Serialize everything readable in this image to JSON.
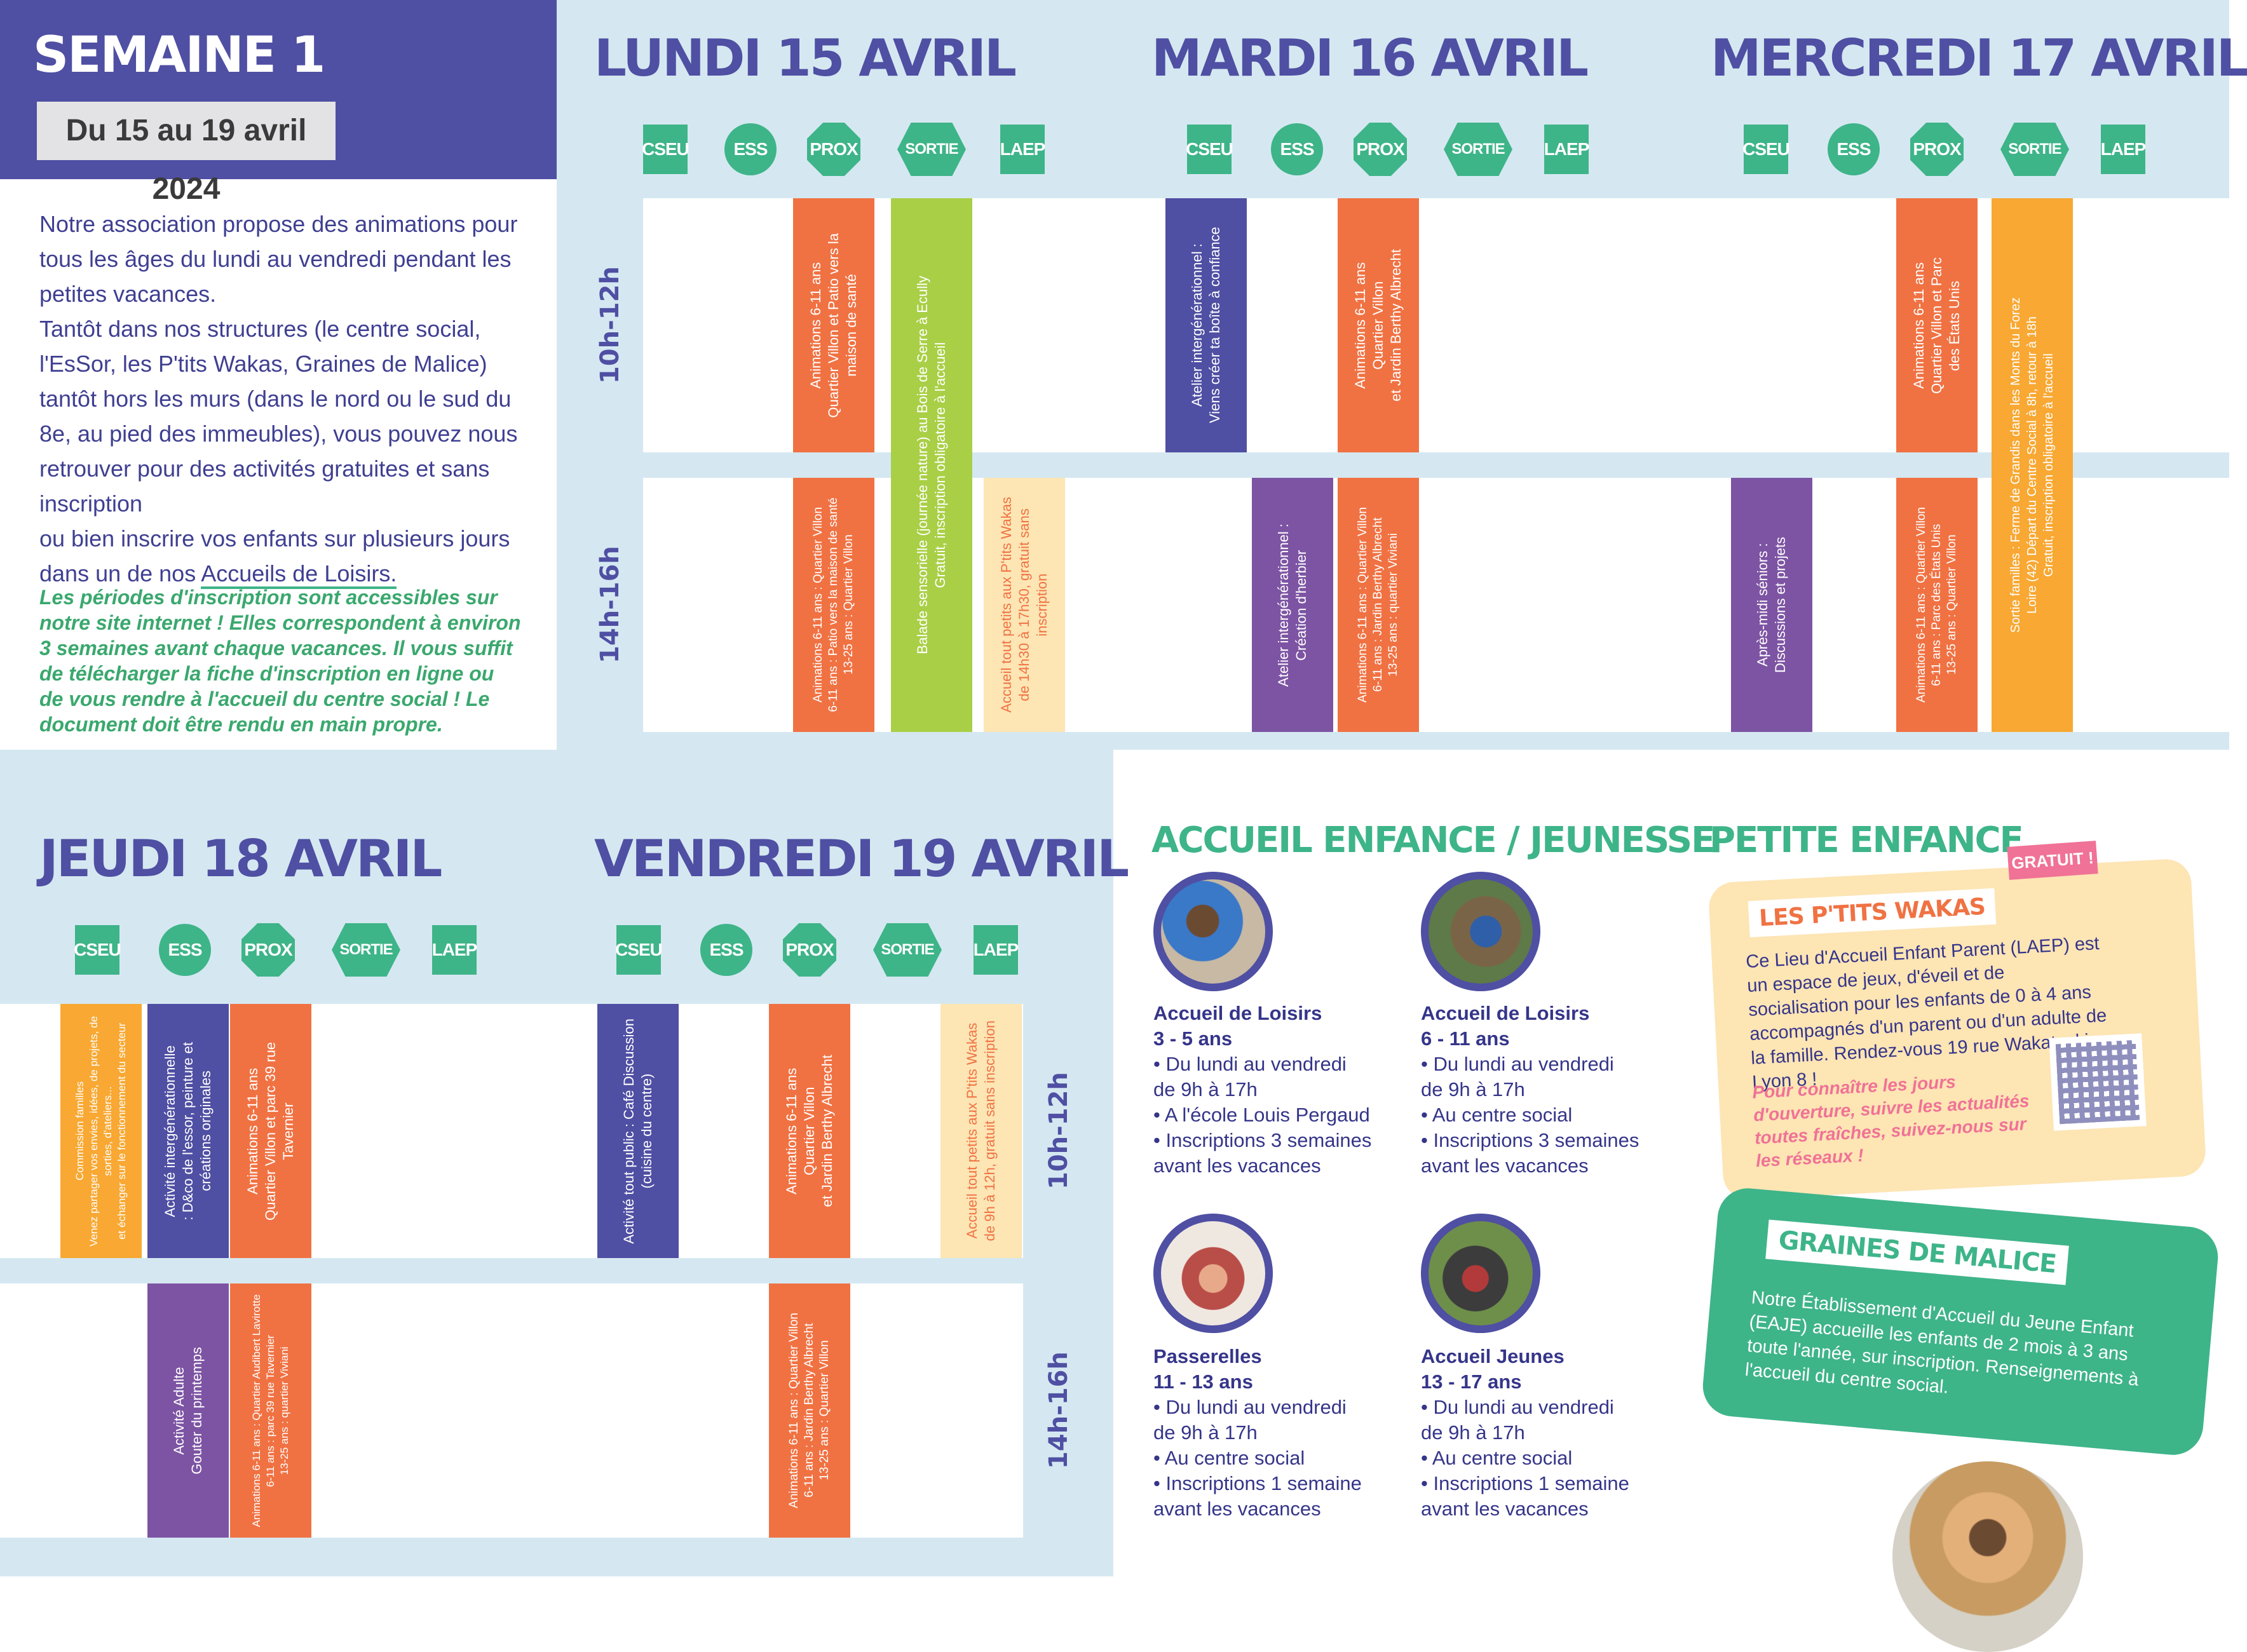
{
  "week": {
    "title": "SEMAINE 1",
    "dates": "Du 15 au 19 avril 2024"
  },
  "intro": {
    "text": "Notre association propose des animations pour tous les âges du lundi au vendredi pendant les petites vacances.\nTantôt dans nos structures (le centre social, l'EsSor, les P'tits Wakas, Graines de Malice) tantôt hors les murs (dans le nord ou le sud du 8e, au pied des immeubles), vous pouvez nous retrouver pour des activités gratuites et sans inscription\nou bien inscrire vos enfants sur plusieurs jours dans un de nos",
    "link": "Accueils de Loisirs.",
    "green": "Les périodes d'inscription sont accessibles sur notre site internet ! Elles correspondent à environ 3 semaines avant chaque vacances. Il vous suffit de télécharger la fiche d'inscription en ligne ou de vous rendre à l'accueil du centre social ! Le document doit être rendu en main propre."
  },
  "structures": [
    "CSEU",
    "ESS",
    "PROX",
    "SORTIE",
    "LAEP"
  ],
  "times": {
    "morning": "10h-12h",
    "afternoon": "14h-16h"
  },
  "days": {
    "mon": {
      "title": "LUNDI 15 AVRIL",
      "ev1": "Animations 6-11 ans\nQuartier Villon  et  Patio vers la\nmaison de santé",
      "ev2": "Balade sensorielle (journée nature) au Bois de Serre à Ecully\nGratuit, inscription obligatoire à l'accueil",
      "ev3": "Animations 6-11 ans : Quartier Villon\n6-11 ans : Patio vers la maison de santé\n13-25 ans : Quartier Villon",
      "ev4": "Accueil tout petits aux P'tits Wakas\nde 14h30 à 17h30, gratuit sans\ninscription"
    },
    "tue": {
      "title": "MARDI 16 AVRIL",
      "ev1": "Atelier intergénérationnel :\nViens créer ta boîte à confiance",
      "ev2": "Animations 6-11 ans\nQuartier Villon\net Jardin Berthy Albrecht",
      "ev3": "Atelier intergénérationnel :\nCréation d'herbier",
      "ev4": "Animations 6-11 ans : Quartier Villon\n6-11 ans : Jardin Berthy Albrecht\n13-25 ans : quartier Viviani"
    },
    "wed": {
      "title": "MERCREDI 17 AVRIL",
      "ev1": "Animations 6-11 ans\nQuartier Villon et Parc\ndes États Unis",
      "ev2": "Sortie familles : Ferme de Grandis dans les Monts du Forez\nLoire (42) Départ du Centre Social à 8h, retour à 18h\nGratuit, inscription obligatoire à l'accueil",
      "ev3": "Après-midi séniors :\nDiscussions et projets",
      "ev4": "Animations 6-11 ans : Quartier Villon\n6-11 ans : Parc des États Unis\n13-25 ans : Quartier Villon"
    },
    "thu": {
      "title": "JEUDI 18 AVRIL",
      "ev1": "Commission familles\nVenez partager vos envies, idées, de projets, de\nsorties, d'ateliers...\net échanger sur le fonctionnement du secteur",
      "ev2": "Activité intergénérationnelle\n: D&co de l'essor, peinture et\ncréations originales",
      "ev3": "Animations 6-11 ans\nQuartier Villon et parc 39 rue\nTavernier",
      "ev4": "Activité Adulte\nGouter du printemps",
      "ev5": "Animations 6-11 ans : Quartier Audibert Lavirotte\n6-11 ans : parc 39 rue Tavernier\n13-25 ans : quartier Viviani"
    },
    "fri": {
      "title": "VENDREDI 19 AVRIL",
      "ev1": "Activité tout public : Café Discussion\n(cuisine du centre)",
      "ev2": "Animations 6-11 ans\nQuartier Villon\net Jardin Berthy Albrecht",
      "ev3": "Accueil tout petits aux P'tits Wakas\nde 9h à 12h, gratuit sans inscription",
      "ev4": "Animations 6-11 ans : Quartier Villon\n6-11 ans : Jardin Berthy Albrecht\n13-25 ans : Quartier Villon"
    }
  },
  "enfance": {
    "title": "ACCUEIL ENFANCE / JEUNESSE",
    "cards": [
      {
        "title": "Accueil de Loisirs\n3 - 5 ans",
        "text": "• Du lundi au vendredi\nde 9h à 17h\n• A l'école Louis Pergaud\n• Inscriptions 3 semaines\navant les vacances"
      },
      {
        "title": "Accueil de Loisirs\n6 - 11 ans",
        "text": "• Du lundi au vendredi\nde 9h à 17h\n• Au centre social\n• Inscriptions 3 semaines\navant les vacances"
      },
      {
        "title": "Passerelles\n11 - 13 ans",
        "text": "• Du lundi au vendredi\nde 9h à 17h\n• Au centre social\n• Inscriptions 1 semaine\navant les vacances"
      },
      {
        "title": "Accueil Jeunes\n13 - 17 ans",
        "text": "• Du lundi au vendredi\nde 9h à 17h\n• Au centre social\n• Inscriptions 1 semaine\navant les vacances"
      }
    ]
  },
  "petite": {
    "title": "PETITE ENFANCE",
    "gratuit": "GRATUIT !",
    "wakas_title": "LES P'TITS WAKAS",
    "wakas_text": "Ce Lieu d'Accueil Enfant Parent (LAEP) est un espace de jeux, d'éveil et de socialisation pour les enfants de 0 à 4 ans accompagnés d'un parent ou d'un adulte de la famille. Rendez-vous 19 rue Wakatsuki, Lyon 8 !",
    "wakas_pink": "Pour connaître les jours d'ouverture, suivre les actualités toutes fraîches, suivez-nous sur les réseaux !",
    "graines_title": "GRAINES DE MALICE",
    "graines_text": "Notre Établissement d'Accueil du Jeune Enfant (EAJE) accueille les enfants de 2 mois à 3 ans toute l'année, sur inscription. Renseignements à l'accueil du centre social."
  },
  "colors": {
    "blue": "#4f4fa3",
    "green": "#3eb489",
    "orange": "#f07243",
    "lime": "#a9cf46",
    "yellow": "#f8a833",
    "cream": "#fde5b4",
    "light": "#d5e8f1"
  }
}
